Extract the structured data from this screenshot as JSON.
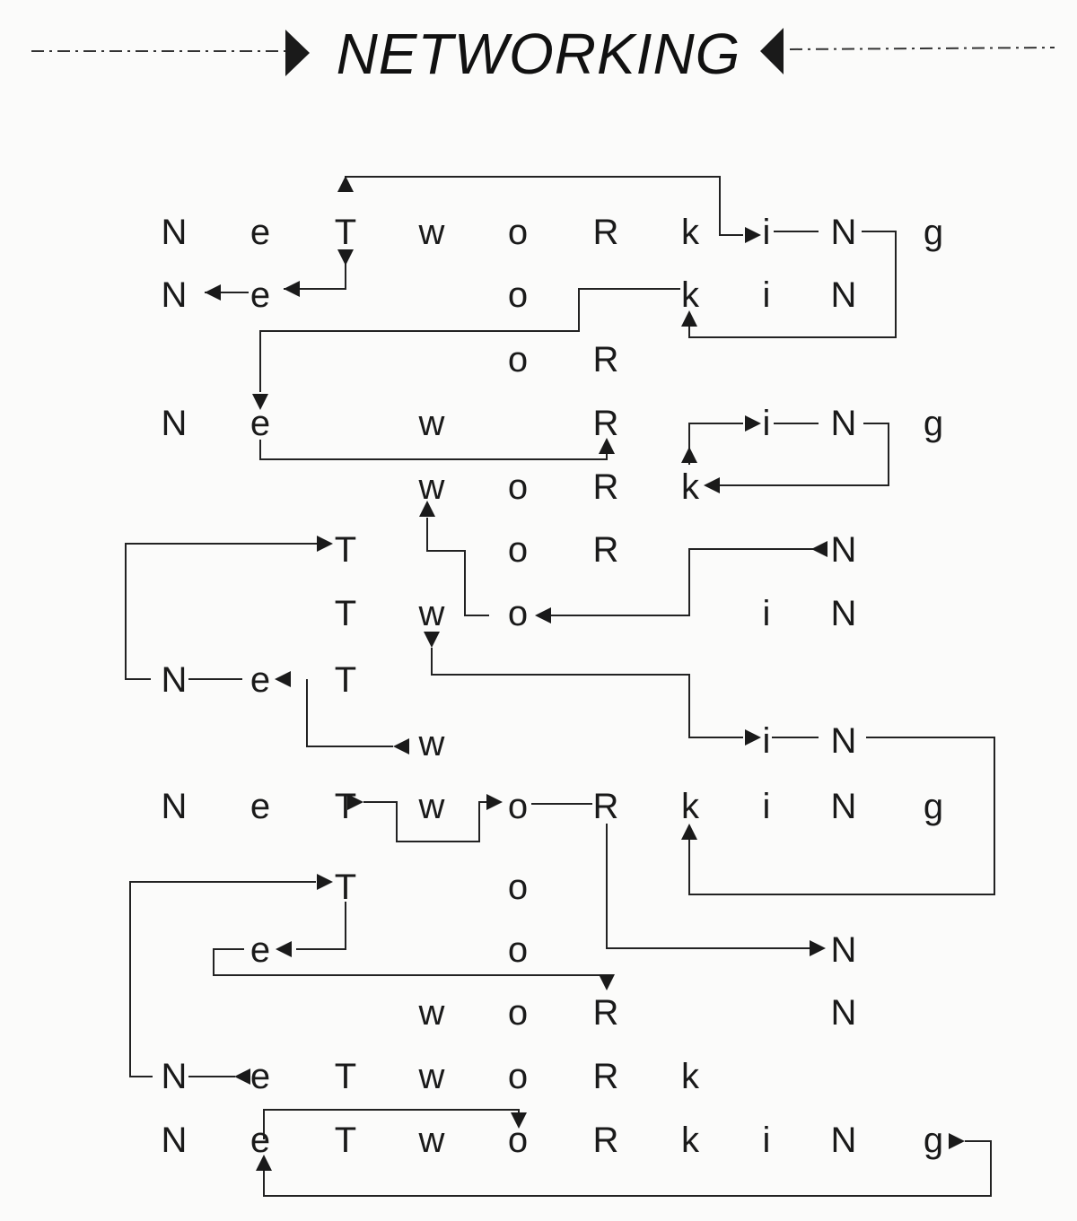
{
  "title": "NETWORKING",
  "colors": {
    "ink": "#1a1a1a",
    "paper": "#fbfbfa"
  },
  "grid_rows": [
    [
      "N",
      "e",
      "T",
      "w",
      "o",
      "R",
      "k",
      "i",
      "N",
      "g"
    ],
    [
      "N",
      "e",
      "",
      "",
      "o",
      "",
      "k",
      "i",
      "N",
      ""
    ],
    [
      "",
      "",
      "",
      "",
      "o",
      "R",
      "",
      "",
      "",
      ""
    ],
    [
      "N",
      "e",
      "",
      "w",
      "",
      "R",
      "",
      "i",
      "N",
      "g"
    ],
    [
      "",
      "",
      "",
      "w",
      "o",
      "R",
      "k",
      "",
      "",
      ""
    ],
    [
      "",
      "",
      "T",
      "",
      "o",
      "R",
      "",
      "",
      "N",
      ""
    ],
    [
      "",
      "",
      "T",
      "w",
      "o",
      "",
      "",
      "i",
      "N",
      ""
    ],
    [
      "N",
      "e",
      "T",
      "",
      "",
      "",
      "",
      "",
      "",
      ""
    ],
    [
      "",
      "",
      "",
      "w",
      "",
      "",
      "",
      "",
      "",
      ""
    ],
    [
      "",
      "",
      "",
      "",
      "",
      "",
      "",
      "i",
      "N",
      ""
    ],
    [
      "N",
      "e",
      "T",
      "w",
      "o",
      "R",
      "k",
      "i",
      "N",
      "g"
    ],
    [
      "",
      "",
      "T",
      "",
      "o",
      "",
      "",
      "",
      "",
      ""
    ],
    [
      "",
      "e",
      "",
      "",
      "o",
      "",
      "",
      "",
      "N",
      ""
    ],
    [
      "",
      "",
      "",
      "w",
      "o",
      "R",
      "",
      "",
      "N",
      ""
    ],
    [
      "N",
      "e",
      "T",
      "w",
      "o",
      "R",
      "k",
      "",
      "",
      ""
    ],
    [
      "N",
      "e",
      "T",
      "w",
      "o",
      "R",
      "k",
      "i",
      "N",
      "g"
    ]
  ]
}
